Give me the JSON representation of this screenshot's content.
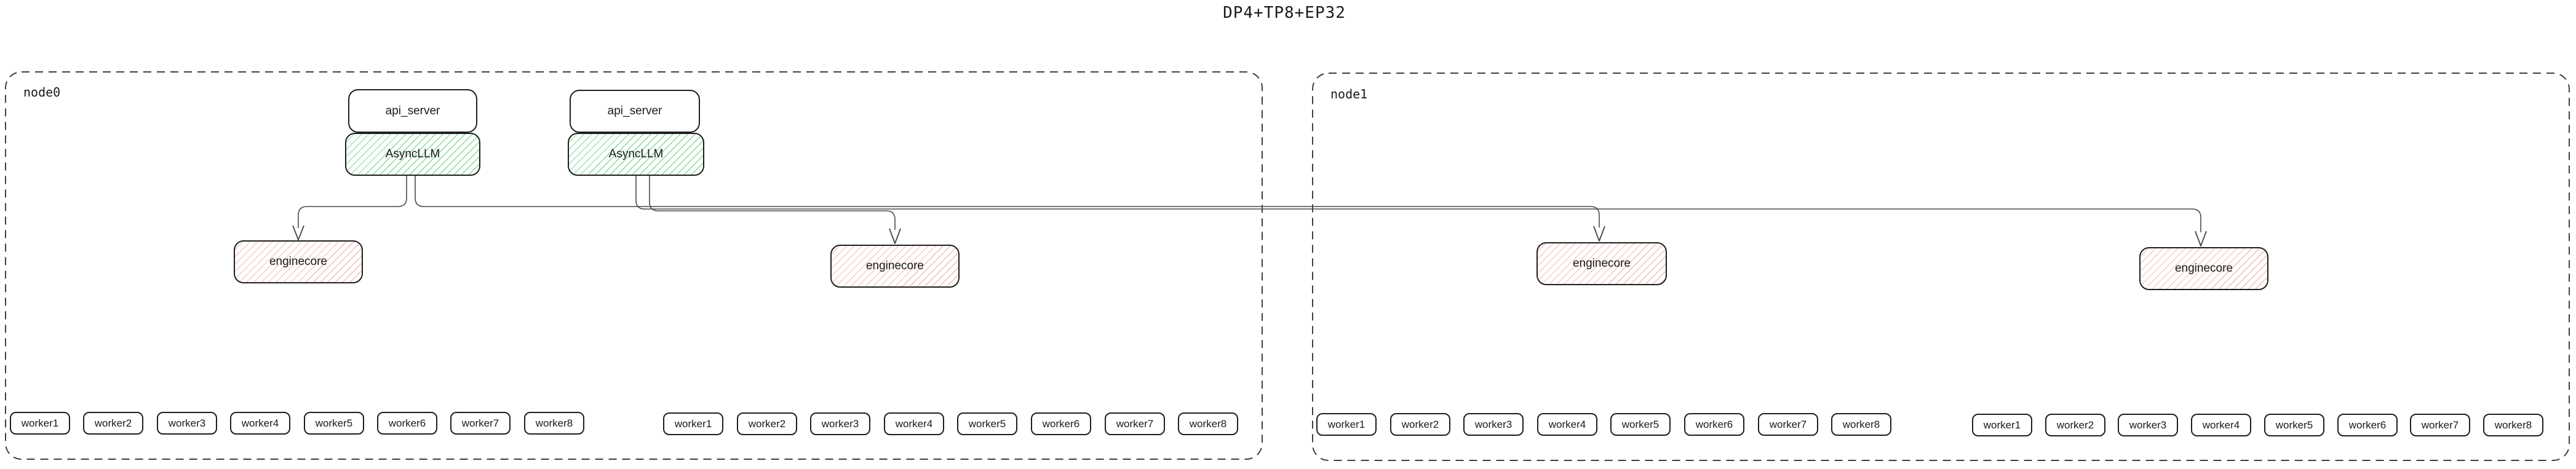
{
  "title": "DP4+TP8+EP32",
  "colors": {
    "background": "#ffffff",
    "box_border": "#1e1e1e",
    "node_border": "#3f3f3f",
    "text": "#1a1a1a",
    "asyncllm_hatch_line": "#8bd79d",
    "asyncllm_hatch_bg": "#fbfffc",
    "enginecore_hatch_line": "#f2bdb6",
    "enginecore_hatch_bg": "#fffdfd",
    "connector": "#4a4a4a"
  },
  "nodes": [
    {
      "label": "node0",
      "api_stacks": [
        {
          "api_server_label": "api_server",
          "asyncllm_label": "AsyncLLM"
        },
        {
          "api_server_label": "api_server",
          "asyncllm_label": "AsyncLLM"
        }
      ],
      "enginecore_labels": [
        "enginecore",
        "enginecore"
      ],
      "worker_groups": [
        [
          "worker1",
          "worker2",
          "worker3",
          "worker4",
          "worker5",
          "worker6",
          "worker7",
          "worker8"
        ],
        [
          "worker1",
          "worker2",
          "worker3",
          "worker4",
          "worker5",
          "worker6",
          "worker7",
          "worker8"
        ]
      ]
    },
    {
      "label": "node1",
      "api_stacks": [],
      "enginecore_labels": [
        "enginecore",
        "enginecore"
      ],
      "worker_groups": [
        [
          "worker1",
          "worker2",
          "worker3",
          "worker4",
          "worker5",
          "worker6",
          "worker7",
          "worker8"
        ],
        [
          "worker1",
          "worker2",
          "worker3",
          "worker4",
          "worker5",
          "worker6",
          "worker7",
          "worker8"
        ]
      ]
    }
  ]
}
